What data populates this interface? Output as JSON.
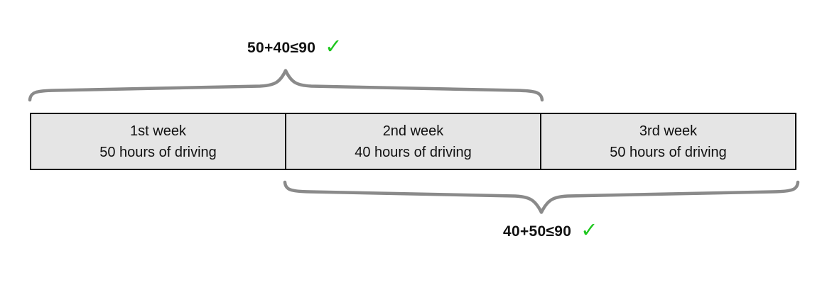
{
  "diagram": {
    "cells": [
      {
        "title": "1st week",
        "subtitle": "50 hours of driving"
      },
      {
        "title": "2nd week",
        "subtitle": "40 hours of driving"
      },
      {
        "title": "3rd week",
        "subtitle": "50 hours of driving"
      }
    ],
    "top_constraint": {
      "formula": "50+40≤90",
      "check": "✓"
    },
    "bottom_constraint": {
      "formula": "40+50≤90",
      "check": "✓"
    },
    "colors": {
      "cell_fill": "#e5e5e5",
      "border": "#000000",
      "brace": "#8a8a8a",
      "check_green": "#1ec71e",
      "text": "#111111"
    }
  }
}
